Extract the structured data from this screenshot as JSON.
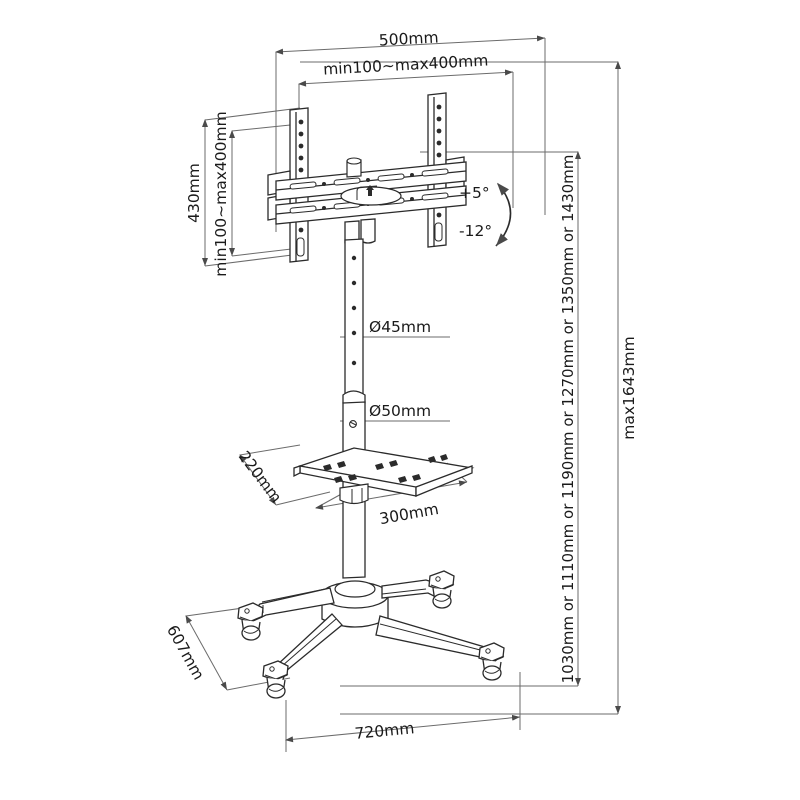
{
  "drawing": {
    "title": "TV floor stand trolley technical dimension drawing",
    "units": "mm",
    "line_color": "#2b2b2b",
    "dimension_color": "#4a4a4a",
    "background": "#ffffff"
  },
  "dimensions": {
    "top_overall_width": "500mm",
    "vesa_width": "min100~max400mm",
    "bracket_height": "430mm",
    "vesa_height": "min100~max400mm",
    "pole_upper_diameter": "Ø45mm",
    "pole_lower_diameter": "Ø50mm",
    "shelf_depth": "220mm",
    "shelf_width": "300mm",
    "base_depth": "607mm",
    "base_width": "720mm",
    "height_options": "1030mm or 1110mm or 1190mm or 1270mm or 1350mm or 1430mm",
    "max_total_height": "max1643mm"
  },
  "tilt": {
    "up_angle": "+5°",
    "down_angle": "-12°"
  },
  "parts": {
    "bracket": "tv-vesa-bracket",
    "pole": "telescopic-pole",
    "shelf": "accessory-shelf",
    "base": "four-leg-caster-base",
    "caster": "swivel-caster"
  }
}
